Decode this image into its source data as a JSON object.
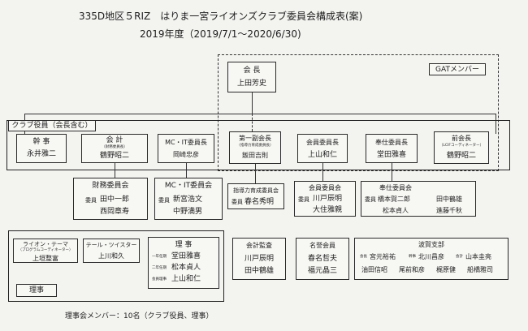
{
  "title": {
    "line1": "335D地区５RIZ　はりま一宮ライオンズクラブ委員会構成表(案)",
    "line2": "2019年度（2019/7/1～2020/6/30)"
  },
  "gat_label": "GATメンバー",
  "president": {
    "role": "会 長",
    "name": "上田芳史"
  },
  "club_officers_label": "クラブ役員（会長含む）",
  "row1": {
    "secretary": {
      "role": "幹 事",
      "name": "永井雅二"
    },
    "treasurer": {
      "role": "会 計",
      "note": "（財務委員長）",
      "name": "鶴野昭二"
    },
    "mcit_chair": {
      "role": "MC・IT委員長",
      "name": "岡崎忠彦"
    },
    "first_vp": {
      "role": "第一副会長",
      "note": "（指導力育成委員長）",
      "name": "飯田吉則"
    },
    "membership_chair": {
      "role": "会員委員長",
      "name": "上山和仁"
    },
    "service_chair": {
      "role": "奉仕委員長",
      "name": "堂田雅喜"
    },
    "past_president": {
      "role": "前会長",
      "note": "（LCIFコーディネーター）",
      "name": "鶴野昭二"
    }
  },
  "row2": {
    "finance": {
      "title": "財務委員会",
      "role_label": "委員",
      "members": [
        "田中一郎",
        "西岡章寿"
      ]
    },
    "mcit": {
      "title": "MC・IT委員会",
      "role_label": "委員",
      "members": [
        "新宮浩文",
        "中野満男"
      ]
    },
    "leadership": {
      "title": "指導力育成委員会",
      "role_label": "委員",
      "members": [
        "春名秀明"
      ]
    },
    "membership": {
      "title": "会員委員会",
      "role_label": "委員",
      "members": [
        "川戸辰明",
        "大住雅親"
      ]
    },
    "service": {
      "title": "奉仕委員会",
      "role_label": "委員",
      "members": [
        "橋本賀二郎",
        "田中鶴雄",
        "松本貞人",
        "進藤千秋"
      ]
    }
  },
  "row3": {
    "lion_tamer": {
      "role": "ライオン・テーマ",
      "note": "（プログラムコーディネーター）",
      "name": "上垣整富"
    },
    "tail_twister": {
      "role": "テール・ツイスター",
      "name": "上川和久"
    },
    "directors": {
      "title": "理 事",
      "entries": [
        {
          "term": "一年任期",
          "name": "堂田雅喜"
        },
        {
          "term": "二年任期",
          "name": "松本貞人"
        },
        {
          "term": "会員理事",
          "name": "上山和仁"
        }
      ]
    },
    "directors_label": "理事",
    "auditor": {
      "title": "会計監査",
      "members": [
        "川戸辰明",
        "田中鶴雄"
      ]
    },
    "honorary": {
      "title": "名誉会員",
      "members": [
        "春名哲夫",
        "福元晶三"
      ]
    },
    "hagoromo": {
      "title": "波賀支部",
      "rows": [
        {
          "label1": "会長",
          "name1": "宮元裕祐",
          "label2": "幹事",
          "name2": "北川昌彦",
          "label3": "会計",
          "name3": "山本圭亮"
        },
        {
          "name1": "油田信昭",
          "name2": "尾前和彦",
          "name3": "梶原健",
          "name4": "船橋雅司"
        }
      ]
    }
  },
  "footer": "理事会メンバー：10名（クラブ役員、理事）"
}
